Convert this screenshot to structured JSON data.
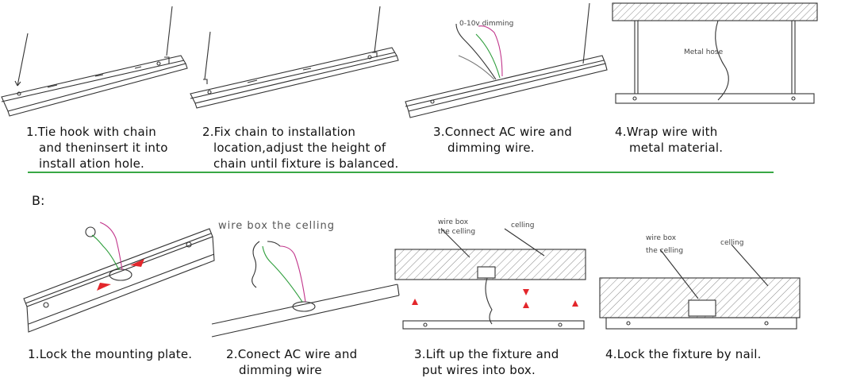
{
  "section_a": {
    "steps": [
      {
        "lines": [
          "1.Tie hook with chain",
          "and theninsert it into",
          "install ation hole."
        ]
      },
      {
        "lines": [
          "2.Fix chain to installation",
          "location,adjust the height of",
          "chain until fixture is balanced."
        ]
      },
      {
        "lines": [
          "3.Connect AC wire and",
          "dimming wire."
        ]
      },
      {
        "lines": [
          "4.Wrap wire with",
          "metal material."
        ]
      }
    ]
  },
  "section_b": {
    "label": "B:",
    "steps": [
      {
        "lines": [
          "1.Lock the mounting plate."
        ]
      },
      {
        "lines": [
          "2.Conect AC wire and",
          "dimming wire"
        ]
      },
      {
        "lines": [
          "3.Lift up the fixture and",
          "put wires into box."
        ]
      },
      {
        "lines": [
          "4.Lock the fixture by nail."
        ]
      }
    ],
    "drawing_labels": {
      "panel2_title": "wire box the celling",
      "panel3_wire_box": [
        "wire box",
        "the celling"
      ],
      "panel3_ceiling": "celling",
      "panel4_wire_box": [
        "wire box",
        "the celling"
      ],
      "panel4_ceiling": "celling"
    }
  },
  "colors": {
    "divider": "#39a845",
    "arrow": "#e3262b",
    "line": "#333333"
  }
}
